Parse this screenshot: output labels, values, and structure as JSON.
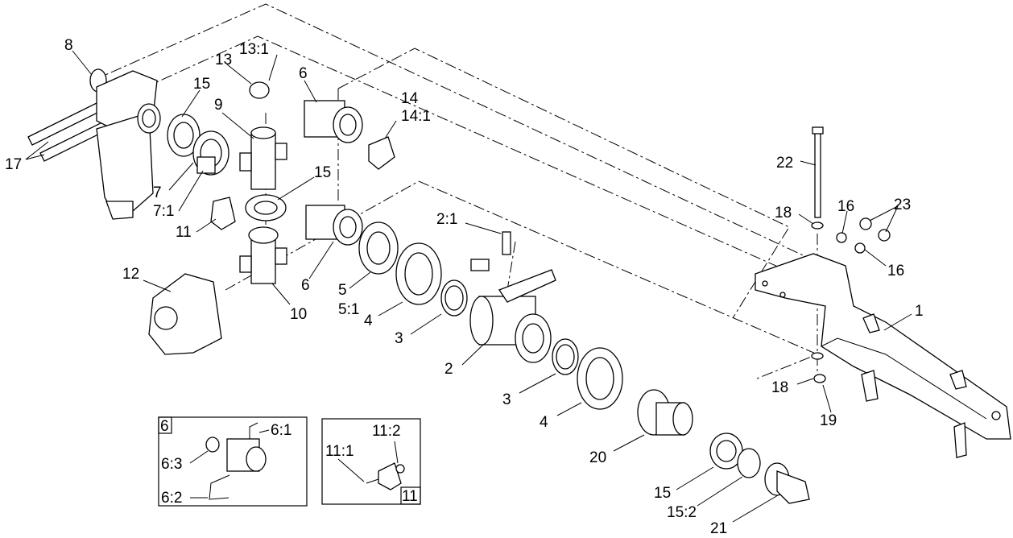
{
  "callouts": {
    "c1": "1",
    "c2": "2",
    "c2_1": "2:1",
    "c3a": "3",
    "c3b": "3",
    "c4a": "4",
    "c4b": "4",
    "c5": "5",
    "c5_1": "5:1",
    "c6a": "6",
    "c6b": "6",
    "c7": "7",
    "c7_1": "7:1",
    "c8": "8",
    "c9": "9",
    "c10": "10",
    "c11": "11",
    "c12": "12",
    "c13": "13",
    "c13_1": "13:1",
    "c14": "14",
    "c14_1": "14:1",
    "c15a": "15",
    "c15b": "15",
    "c15c": "15",
    "c15_2": "15:2",
    "c16a": "16",
    "c16b": "16",
    "c17": "17",
    "c18a": "18",
    "c18b": "18",
    "c19": "19",
    "c20": "20",
    "c21": "21",
    "c22": "22",
    "c23": "23"
  },
  "detail_6": {
    "tag": "6",
    "l6_1": "6:1",
    "l6_2": "6:2",
    "l6_3": "6:3"
  },
  "detail_11": {
    "tag": "11",
    "l11_1": "11:1",
    "l11_2": "11:2"
  }
}
